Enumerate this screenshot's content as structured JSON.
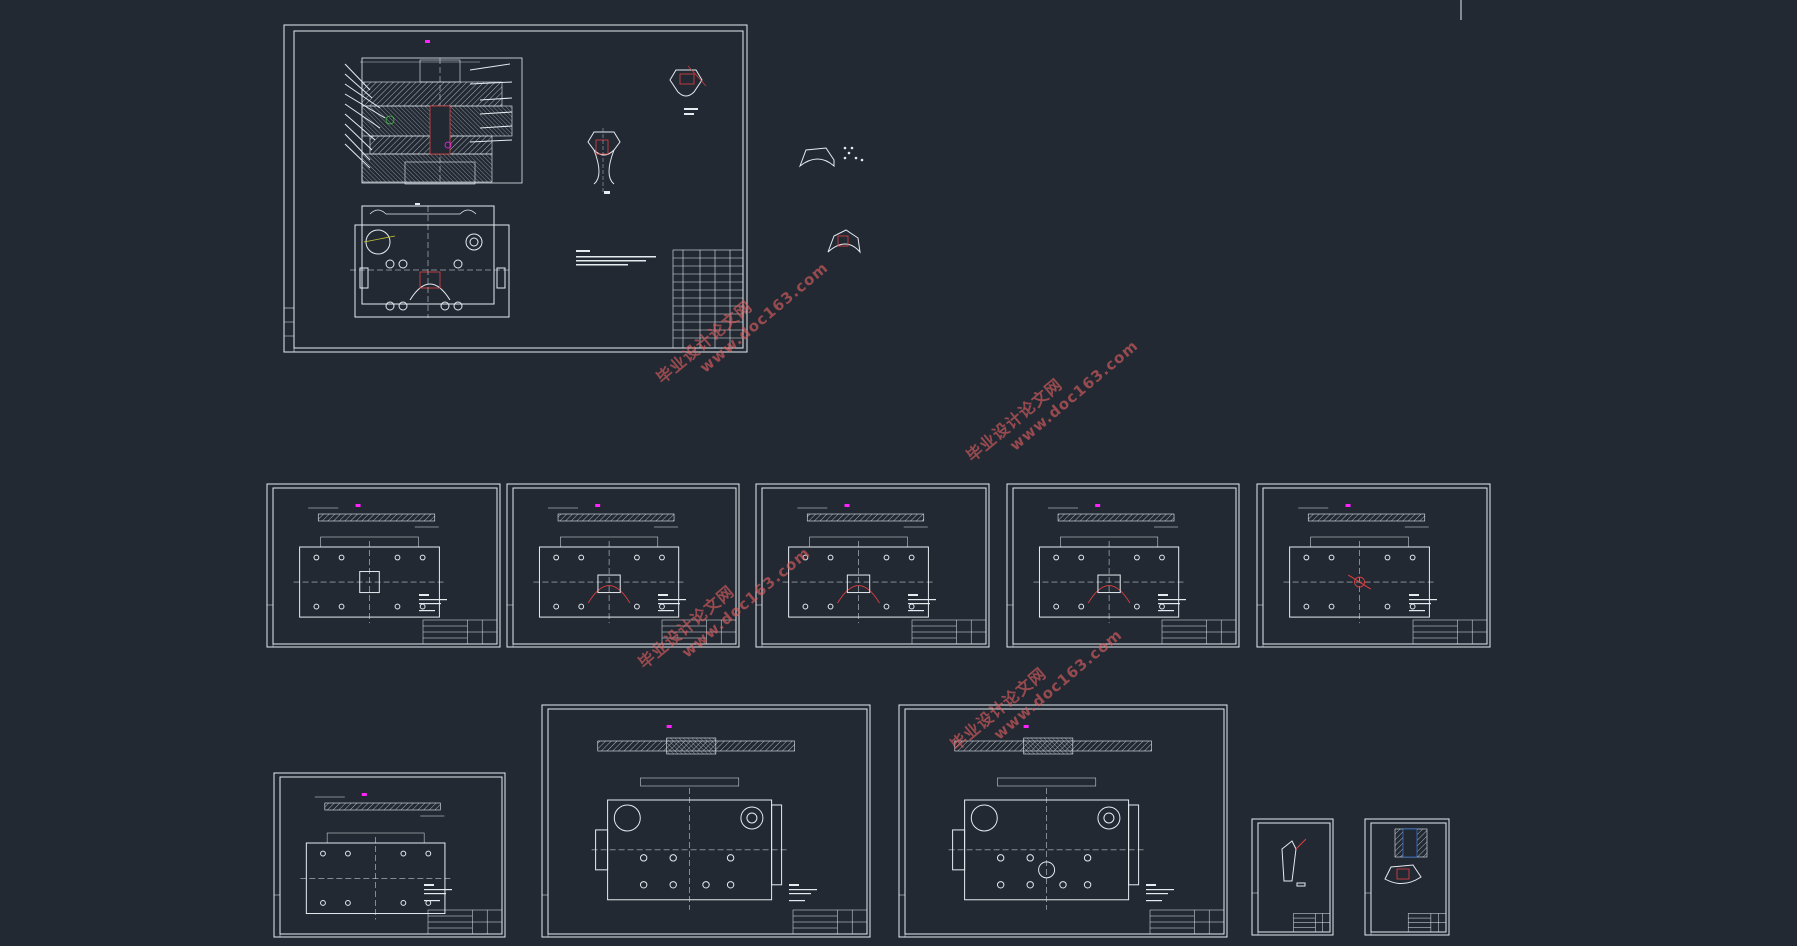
{
  "app": {
    "name": "CAD model space viewer",
    "background_color": "#222933",
    "line_color": "#E6EBF0",
    "accent_magenta": "#FF22FF",
    "accent_red": "#E04040"
  },
  "drawings": [
    {
      "id": "assembly",
      "type": "assembly-drawing"
    },
    {
      "id": "part-1",
      "type": "part-drawing"
    },
    {
      "id": "part-2",
      "type": "part-drawing"
    },
    {
      "id": "part-3",
      "type": "part-drawing"
    },
    {
      "id": "part-4",
      "type": "part-drawing"
    },
    {
      "id": "part-5",
      "type": "part-drawing"
    },
    {
      "id": "part-6",
      "type": "part-drawing"
    },
    {
      "id": "part-7",
      "type": "part-drawing"
    },
    {
      "id": "part-8",
      "type": "part-drawing"
    },
    {
      "id": "part-9",
      "type": "part-drawing-small"
    },
    {
      "id": "part-10",
      "type": "part-drawing-small"
    }
  ],
  "watermarks": [
    {
      "line1": "毕业设计论文网",
      "line2": "www.doc163.com"
    },
    {
      "line1": "毕业设计论文网",
      "line2": "www.doc163.com"
    },
    {
      "line1": "毕业设计论文网",
      "line2": "www.doc163.com"
    },
    {
      "line1": "毕业设计论文网",
      "line2": "www.doc163.com"
    }
  ]
}
